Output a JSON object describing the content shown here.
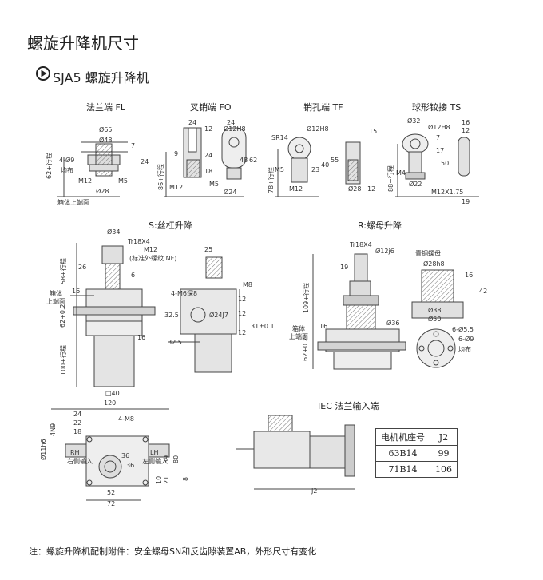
{
  "page_title": "螺旋升降机尺寸",
  "section_title": "SJA5 螺旋升降机",
  "top_views": {
    "fl": {
      "title": "法兰端 FL",
      "dims": [
        "Ø65",
        "Ø48",
        "4-Ø9",
        "均布",
        "7",
        "24",
        "M12",
        "M5",
        "Ø28",
        "62+行程",
        "箱体上端面"
      ]
    },
    "fo": {
      "title": "叉销端 FO",
      "dims": [
        "24",
        "12",
        "24",
        "Ø12H8",
        "9",
        "24",
        "18",
        "48",
        "62",
        "86+行程",
        "M12",
        "M5",
        "Ø24"
      ]
    },
    "tf": {
      "title": "销孔端 TF",
      "dims": [
        "Ø12H8",
        "SR14",
        "15",
        "M5",
        "23",
        "40",
        "55",
        "78+行程",
        "M12",
        "Ø28",
        "12"
      ]
    },
    "ts": {
      "title": "球形铰接 TS",
      "dims": [
        "Ø32",
        "Ø12H8",
        "16",
        "12",
        "7",
        "17",
        "50",
        "M4",
        "Ø22",
        "88+行程",
        "M12X1.75",
        "19"
      ]
    }
  },
  "s_view": {
    "title": "S:丝杠升降",
    "dims": [
      "Ø34",
      "Tr18X4",
      "M12",
      "(标准外螺纹 NF)",
      "26",
      "58+行程",
      "6",
      "16",
      "箱体",
      "上端面",
      "62+0.2",
      "16",
      "100+行程",
      "□40",
      "25",
      "M8",
      "4-M6深8",
      "12",
      "12",
      "32.5",
      "Ø24J7",
      "31±0.1",
      "32.5",
      "12"
    ]
  },
  "r_view": {
    "title": "R:螺母升降",
    "dims": [
      "Tr18X4",
      "Ø12j6",
      "19",
      "109+行程",
      "Ø36",
      "16",
      "箱体",
      "上端面",
      "62+0.2",
      "青铜螺母",
      "Ø28h8",
      "16",
      "42",
      "Ø38",
      "Ø50",
      "6-Ø5.5",
      "6-Ø9",
      "均布"
    ]
  },
  "bottom_view": {
    "dims": [
      "120",
      "24",
      "22",
      "18",
      "4N9",
      "Ø11h6",
      "4-M8",
      "RH",
      "右侧输入",
      "LH",
      "左侧输入",
      "36",
      "36",
      "52",
      "72",
      "10",
      "21",
      "39",
      "80",
      "8"
    ]
  },
  "iec": {
    "title": "IEC 法兰输入端",
    "j2_label": "J2"
  },
  "j2_table": {
    "header": [
      "电机机座号",
      "J2"
    ],
    "rows": [
      [
        "63B14",
        "99"
      ],
      [
        "71B14",
        "106"
      ]
    ]
  },
  "note": "注：螺旋升降机配制附件：安全螺母SN和反齿隙装置AB，外形尺寸有变化",
  "colors": {
    "line": "#444444",
    "fill_light": "#e6e6e6",
    "fill_mid": "#c8c8c8",
    "thread": "#666666"
  }
}
